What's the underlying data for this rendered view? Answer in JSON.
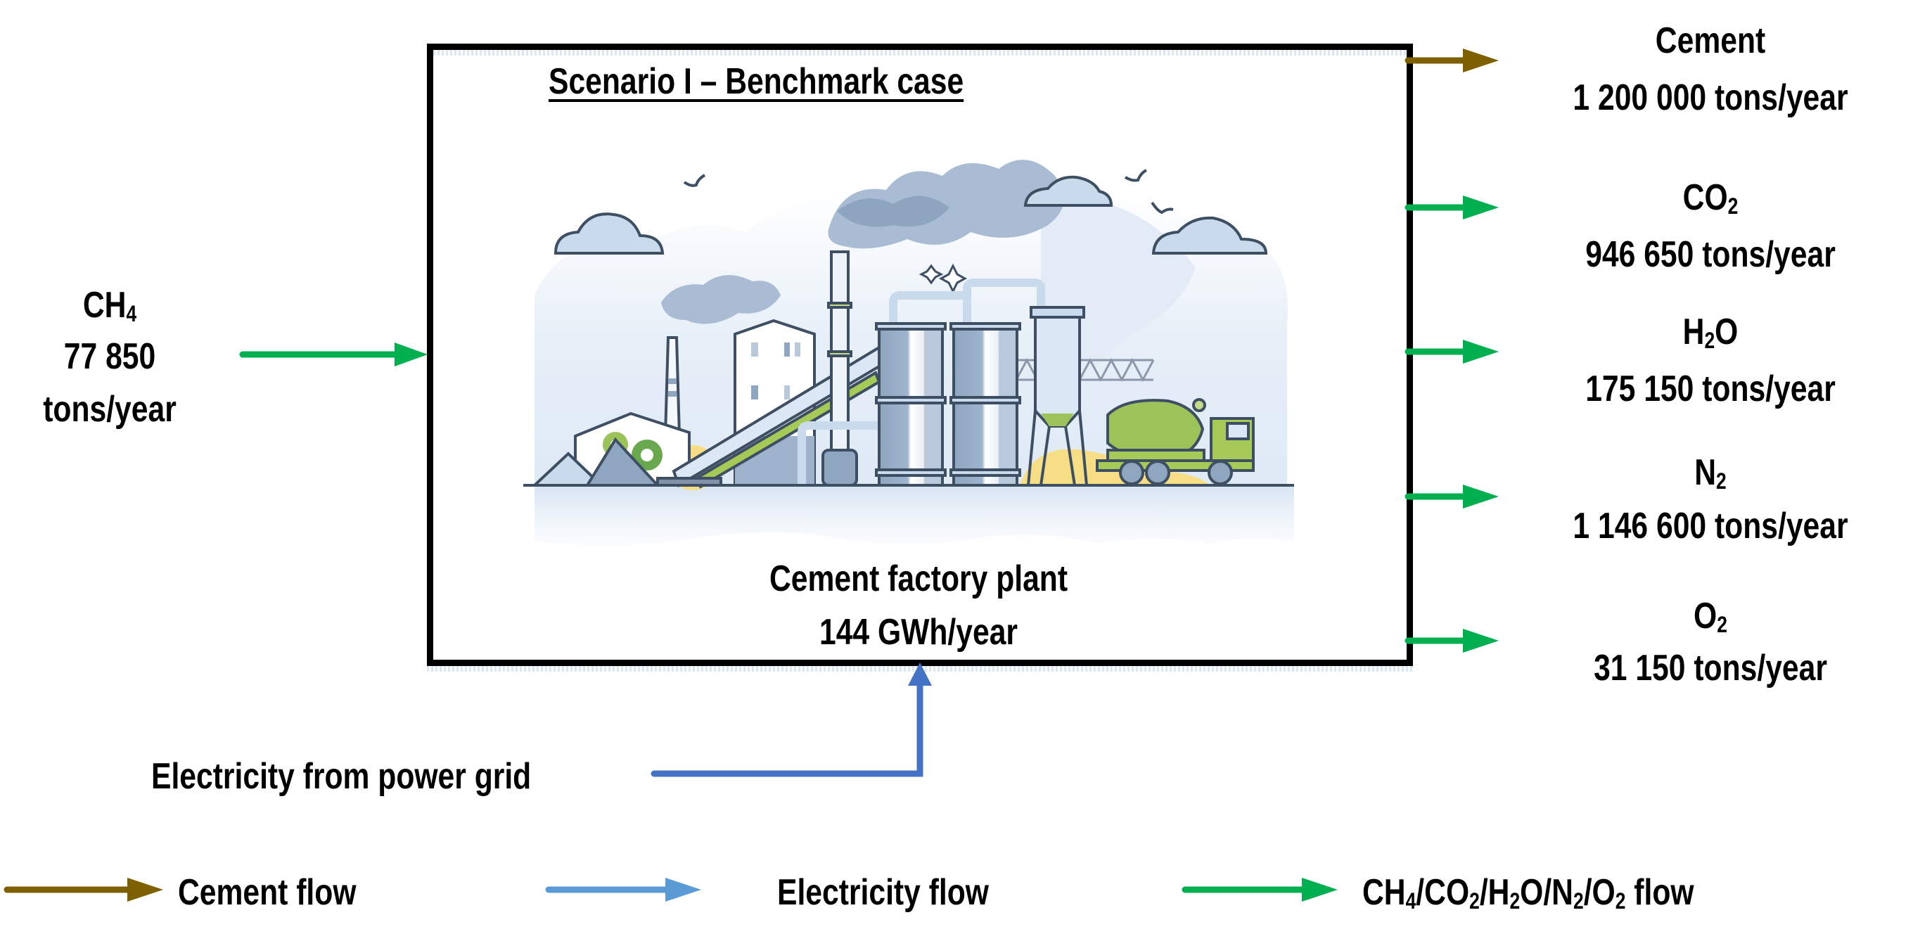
{
  "diagram": {
    "title": "Scenario I – Benchmark case",
    "plant": {
      "name": "Cement factory plant",
      "energy": "144 GWh/year",
      "illustration": "cement-factory-illustration"
    },
    "input": {
      "species": "CH",
      "subscript": "4",
      "amount": "77 850",
      "unit": "tons/year"
    },
    "electricity_input": {
      "label": "Electricity from power grid"
    },
    "outputs": [
      {
        "id": "cement",
        "prefix": "Cement",
        "subscript": "",
        "suffix": "",
        "value": "1 200 000 tons/year",
        "flow": "cement"
      },
      {
        "id": "co2",
        "prefix": "CO",
        "subscript": "2",
        "suffix": "",
        "value": "946 650 tons/year",
        "flow": "gas"
      },
      {
        "id": "h2o",
        "prefix": "H",
        "subscript": "2",
        "suffix": "O",
        "value": "175 150 tons/year",
        "flow": "gas"
      },
      {
        "id": "n2",
        "prefix": "N",
        "subscript": "2",
        "suffix": "",
        "value": "1 146 600 tons/year",
        "flow": "gas"
      },
      {
        "id": "o2",
        "prefix": "O",
        "subscript": "2",
        "suffix": "",
        "value": "31 150 tons/year",
        "flow": "gas"
      }
    ],
    "legend": {
      "cement": "Cement flow",
      "electricity": "Electricity flow",
      "gas_parts": [
        "CH",
        "4",
        "/CO",
        "2",
        "/H",
        "2",
        "O/N",
        "2",
        "/O",
        "2",
        " flow"
      ]
    },
    "colors": {
      "cement_flow": "#7F6000",
      "electricity_flow": "#4472C4",
      "electricity_legend": "#5B9BD5",
      "gas_flow": "#00B050",
      "box_border": "#000000"
    }
  }
}
